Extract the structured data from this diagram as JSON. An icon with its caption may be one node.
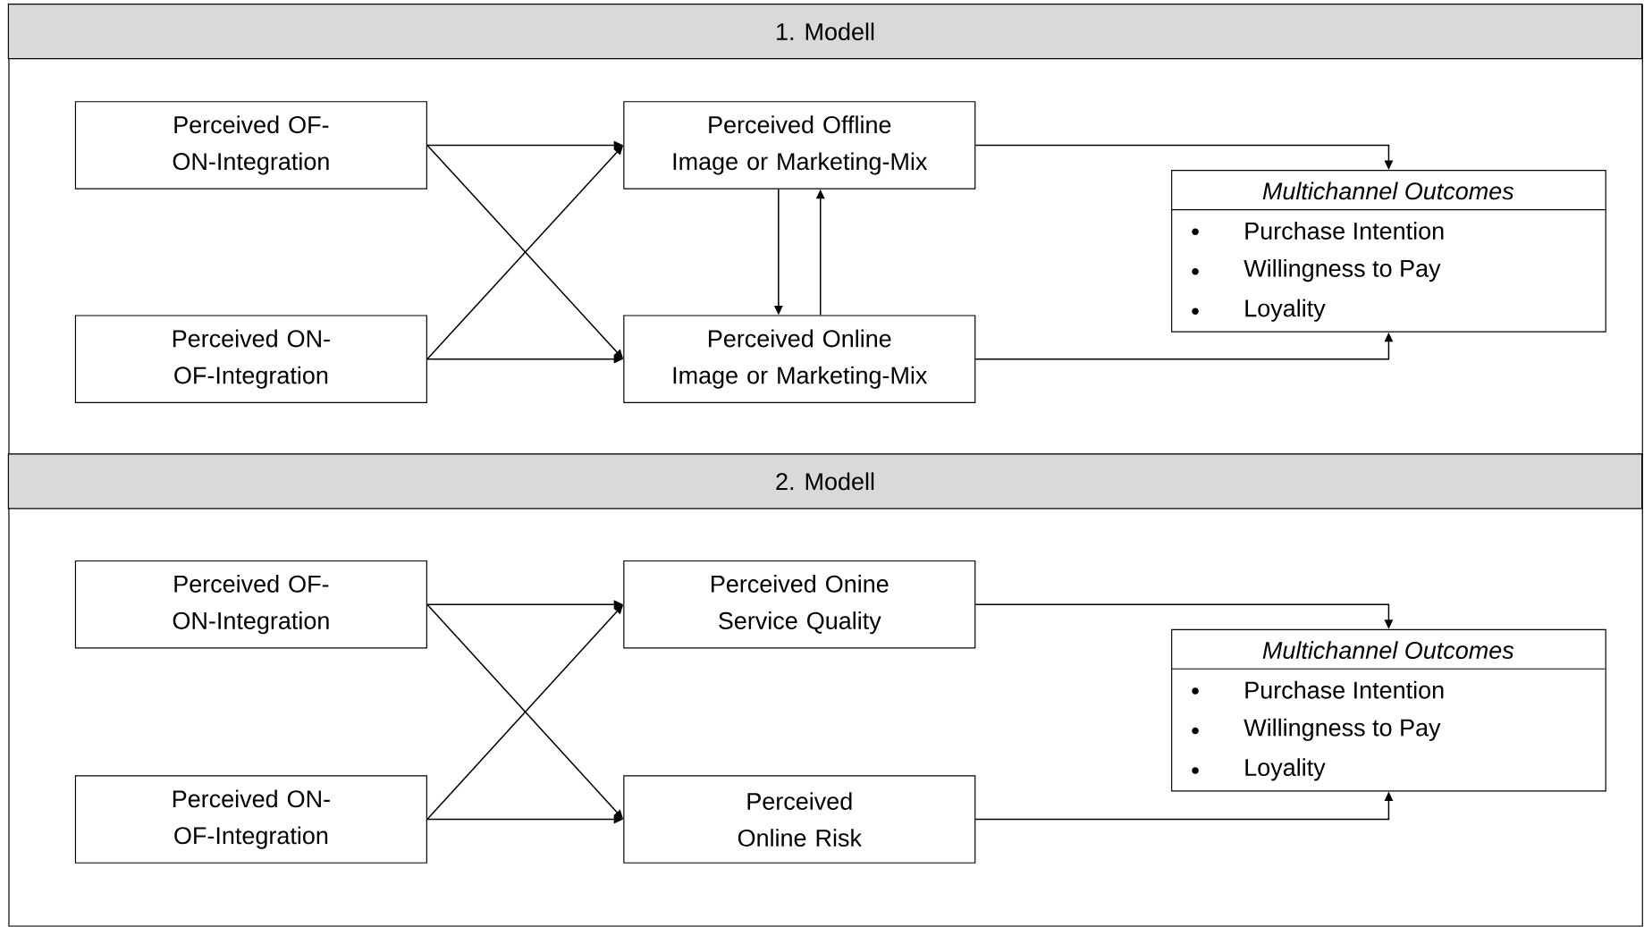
{
  "diagram": {
    "nodes": [
      {
        "text": [
          "1. Modell"
        ]
      },
      {
        "text": [
          "Perceived OF-ON-Integration"
        ],
        "in": 0
      },
      {
        "text": [
          "Perceived Offline Image or Marketing-Mix"
        ],
        "in": 0
      },
      {
        "text": [
          "Perceived ON-OF-Integration"
        ],
        "in": 0
      },
      {
        "text": [
          "Perceived Online Image or Marketing-Mix"
        ],
        "in": 0
      },
      {
        "text": [
          "Multichannel Outcomes",
          "Purchase Intention",
          "Willingness to Pay",
          "Loyality"
        ],
        "in": 0
      },
      {
        "text": [
          "2. Modell"
        ]
      },
      {
        "text": [
          "Perceived OF-ON-Integration"
        ],
        "in": 6
      },
      {
        "text": [
          "Perceived Onine Service Quality"
        ],
        "in": 6
      },
      {
        "text": [
          "Perceived ON-OF-Integration"
        ],
        "in": 6
      },
      {
        "text": [
          "Perceived Online Risk"
        ],
        "in": 6
      },
      {
        "text": [
          "Multichannel Outcomes",
          "Purchase Intention",
          "Willingness to Pay",
          "Loyality"
        ],
        "in": 6
      }
    ],
    "edges": [
      {
        "from": 1,
        "to": 2,
        "arrow": "to"
      },
      {
        "from": 1,
        "to": 4,
        "arrow": "to"
      },
      {
        "from": 3,
        "to": 2,
        "arrow": "to"
      },
      {
        "from": 3,
        "to": 4,
        "arrow": "to"
      },
      {
        "from": 2,
        "to": 4,
        "arrow": "to"
      },
      {
        "from": 4,
        "to": 2,
        "arrow": "to"
      },
      {
        "from": 2,
        "to": 5,
        "arrow": "to"
      },
      {
        "from": 4,
        "to": 5,
        "arrow": "to"
      },
      {
        "from": 7,
        "to": 8,
        "arrow": "to"
      },
      {
        "from": 7,
        "to": 10,
        "arrow": "to"
      },
      {
        "from": 9,
        "to": 8,
        "arrow": "to"
      },
      {
        "from": 9,
        "to": 10,
        "arrow": "to"
      },
      {
        "from": 8,
        "to": 11,
        "arrow": "to"
      },
      {
        "from": 10,
        "to": 11,
        "arrow": "to"
      }
    ]
  }
}
